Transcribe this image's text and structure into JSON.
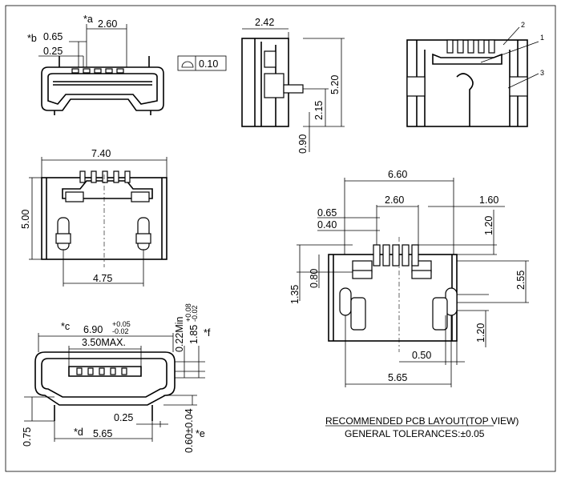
{
  "drawing": {
    "top_left": {
      "mark_a": "*a",
      "mark_b": "*b",
      "dim_0_65": "0.65",
      "dim_0_25": "0.25",
      "dim_2_60": "2.60",
      "flatness": "0.10"
    },
    "side_view": {
      "dim_2_42": "2.42",
      "dim_5_20": "5.20",
      "dim_2_15": "2.15",
      "dim_0_90": "0.90"
    },
    "perspective_callouts": {
      "c1": "1",
      "c2": "2",
      "c3": "3"
    },
    "front_view": {
      "dim_7_40": "7.40",
      "dim_5_00": "5.00",
      "dim_4_75": "4.75"
    },
    "end_view": {
      "mark_c": "*c",
      "dim_6_90": "6.90",
      "tol_plus": "+0.05",
      "tol_minus": "-0.02",
      "dim_3_50": "3.50MAX.",
      "dim_0_22": "0.22Min",
      "dim_1_85": "1.85",
      "tol2_plus": "+0.08",
      "tol2_minus": "-0.02",
      "mark_f": "*f",
      "dim_0_25": "0.25",
      "mark_d": "*d",
      "dim_5_65": "5.65",
      "dim_0_75": "0.75",
      "dim_0_60": "0.60±0.04",
      "mark_e": "*e"
    },
    "pcb_layout": {
      "dim_6_60": "6.60",
      "dim_2_60": "2.60",
      "dim_1_60": "1.60",
      "dim_0_65": "0.65",
      "dim_0_40": "0.40",
      "dim_1_20_top": "1.20",
      "dim_1_35": "1.35",
      "dim_0_80": "0.80",
      "dim_2_55": "2.55",
      "dim_1_20_right": "1.20",
      "dim_0_50": "0.50",
      "dim_5_65": "5.65",
      "title": "RECOMMENDED PCB LAYOUT(TOP VIEW)",
      "tolerance": "GENERAL TOLERANCES:±0.05"
    }
  }
}
